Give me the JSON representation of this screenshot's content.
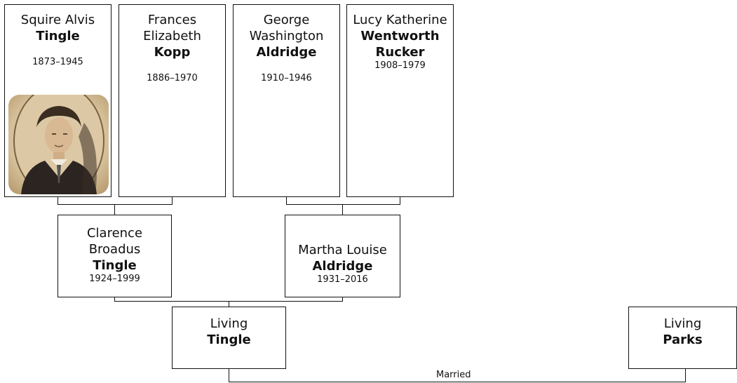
{
  "people": [
    {
      "given": "Squire Alvis",
      "surname": "Tingle",
      "years": "1873–1945",
      "has_photo": true
    },
    {
      "given": "Frances Elizabeth",
      "surname": "Kopp",
      "years": "1886–1970"
    },
    {
      "given": "George Washington",
      "surname": "Aldridge",
      "years": "1910–1946"
    },
    {
      "given": "Lucy Katherine",
      "surname": "Wentworth Rucker",
      "years": "1908–1979"
    },
    {
      "given": "Clarence Broadus",
      "surname": "Tingle",
      "years": "1924–1999"
    },
    {
      "given": "Martha Louise",
      "surname": "Aldridge",
      "years": "1931–2016"
    },
    {
      "given": "Living",
      "surname": "Tingle"
    },
    {
      "given": "Living",
      "surname": "Parks"
    }
  ],
  "relationship": {
    "label": "Married"
  },
  "colors": {
    "line": "#111111",
    "box_border": "#111111",
    "photo_tone": "#c9b28f"
  }
}
